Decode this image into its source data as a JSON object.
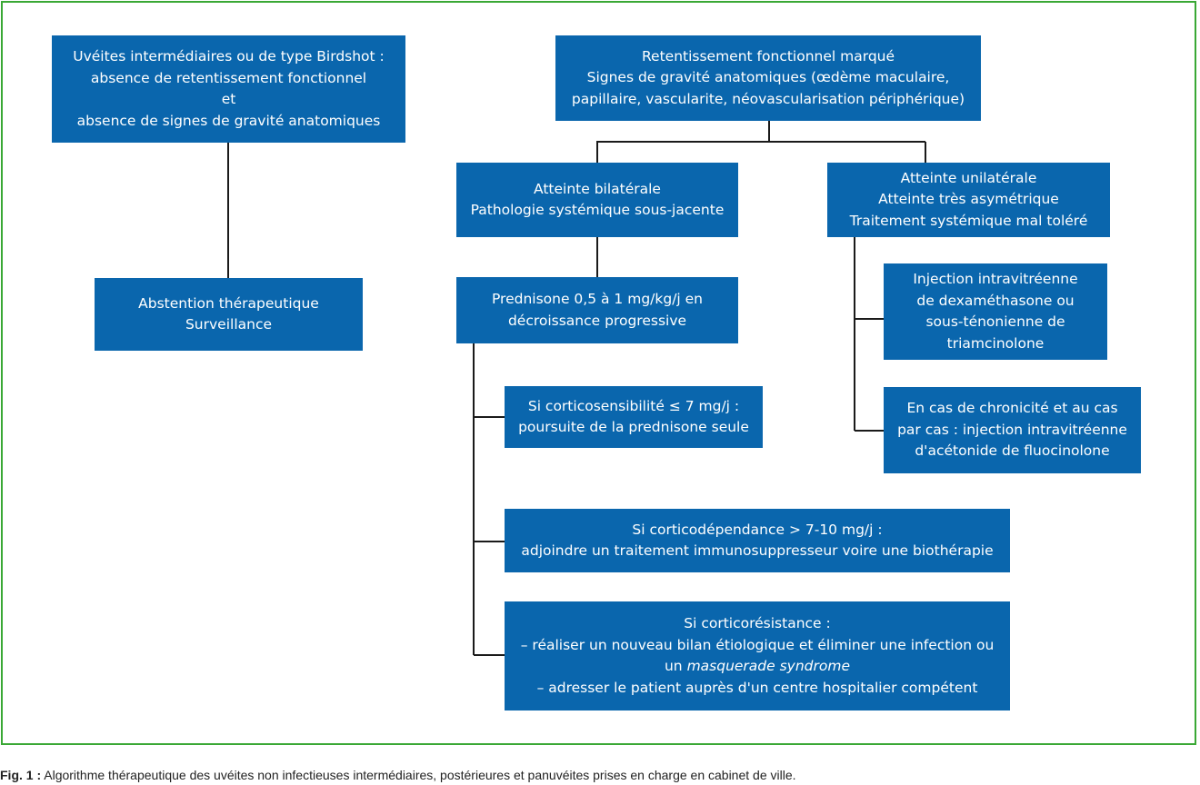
{
  "boxes": {
    "b1": [
      "Uvéites intermédiaires ou de type Birdshot :",
      "absence de retentissement fonctionnel",
      "et",
      "absence de signes de gravité anatomiques"
    ],
    "b2": [
      "Abstention thérapeutique",
      "Surveillance"
    ],
    "b3": [
      "Retentissement fonctionnel marqué",
      "Signes de gravité anatomiques (œdème maculaire,",
      "papillaire, vascularite, néovascularisation périphérique)"
    ],
    "b4": [
      "Atteinte bilatérale",
      "Pathologie systémique sous-jacente"
    ],
    "b5": [
      "Atteinte unilatérale",
      "Atteinte très asymétrique",
      "Traitement systémique mal toléré"
    ],
    "b6": [
      "Prednisone 0,5 à 1 mg/kg/j en",
      "décroissance progressive"
    ],
    "b7": [
      "Injection intravitréenne",
      "de dexaméthasone ou",
      "sous-ténonienne de",
      "triamcinolone"
    ],
    "b8": [
      "En cas de chronicité et au cas",
      "par cas : injection intravitréenne",
      "d'acétonide de fluocinolone"
    ],
    "b9": [
      "Si corticosensibilité ≤ 7 mg/j :",
      "poursuite de la prednisone seule"
    ],
    "b10": [
      "Si corticodépendance > 7-10 mg/j :",
      "adjoindre un traitement immunosuppresseur voire une biothérapie"
    ],
    "b11": {
      "line1": "Si corticorésistance :",
      "line2": "– réaliser un nouveau bilan étiologique et éliminer une infection ou",
      "line3_pre": "un ",
      "line3_em": "masquerade syndrome",
      "line4": "– adresser le patient auprès d'un centre hospitalier compétent"
    }
  },
  "caption": {
    "label": "Fig. 1 :",
    "text": " Algorithme thérapeutique des uvéites non infectieuses intermédiaires, postérieures et panuvéites prises en charge en cabinet de ville."
  },
  "colors": {
    "box_fill": "#0a66ad",
    "box_text": "#ffffff",
    "frame": "#3aa835",
    "connector": "#1a1a1a"
  }
}
